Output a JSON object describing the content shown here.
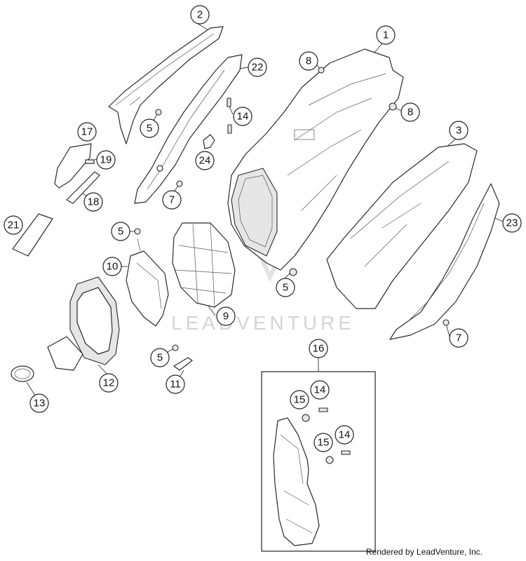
{
  "callouts": [
    {
      "id": "c1",
      "label": "1"
    },
    {
      "id": "c2",
      "label": "2"
    },
    {
      "id": "c3",
      "label": "3"
    },
    {
      "id": "c5a",
      "label": "5"
    },
    {
      "id": "c5b",
      "label": "5"
    },
    {
      "id": "c5c",
      "label": "5"
    },
    {
      "id": "c5d",
      "label": "5"
    },
    {
      "id": "c7a",
      "label": "7"
    },
    {
      "id": "c7b",
      "label": "7"
    },
    {
      "id": "c8a",
      "label": "8"
    },
    {
      "id": "c8b",
      "label": "8"
    },
    {
      "id": "c9",
      "label": "9"
    },
    {
      "id": "c10",
      "label": "10"
    },
    {
      "id": "c11",
      "label": "11"
    },
    {
      "id": "c12",
      "label": "12"
    },
    {
      "id": "c13",
      "label": "13"
    },
    {
      "id": "c14a",
      "label": "14"
    },
    {
      "id": "c14b",
      "label": "14"
    },
    {
      "id": "c14c",
      "label": "14"
    },
    {
      "id": "c15a",
      "label": "15"
    },
    {
      "id": "c15b",
      "label": "15"
    },
    {
      "id": "c16",
      "label": "16"
    },
    {
      "id": "c17",
      "label": "17"
    },
    {
      "id": "c18",
      "label": "18"
    },
    {
      "id": "c19",
      "label": "19"
    },
    {
      "id": "c21",
      "label": "21"
    },
    {
      "id": "c22",
      "label": "22"
    },
    {
      "id": "c23",
      "label": "23"
    },
    {
      "id": "c24",
      "label": "24"
    }
  ],
  "watermark": "LEADVENTURE",
  "credit": "Rendered by LeadVenture, Inc."
}
